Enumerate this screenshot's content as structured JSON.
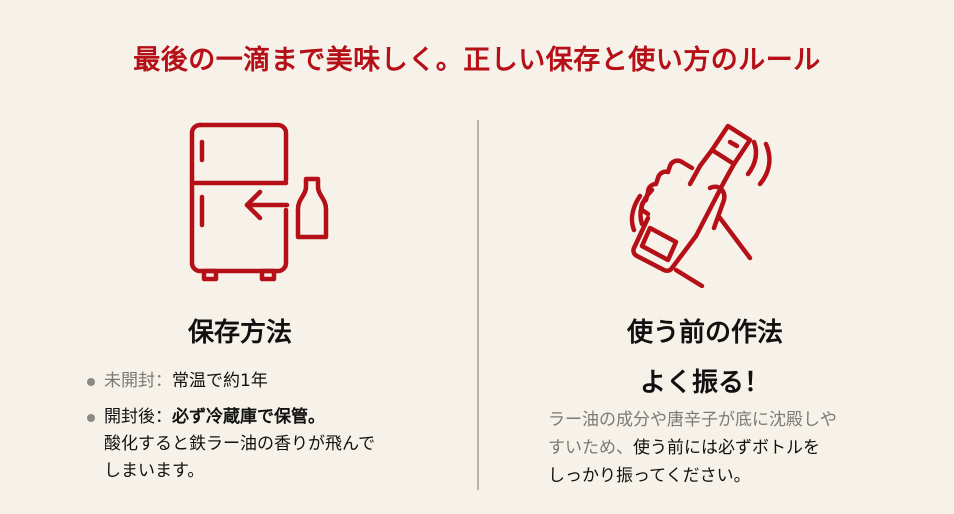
{
  "title": "最後の一滴まで美味しく。正しい保存と使い方のルール",
  "colors": {
    "accent": "#b50f17",
    "background": "#f6f2ea",
    "text": "#111111",
    "muted": "#7c7a76",
    "divider": "#b7b4ad"
  },
  "left": {
    "icon": "fridge-with-bottle-icon",
    "heading": "保存方法",
    "items": [
      {
        "label": "未開封：",
        "value": "常温で約1年"
      },
      {
        "label": "開封後：",
        "value_bold": "必ず冷蔵庫で保管。",
        "line2": "酸化すると鉄ラー油の香りが飛んで",
        "line3": "しまいます。"
      }
    ]
  },
  "right": {
    "icon": "shaking-bottle-hand-icon",
    "heading": "使う前の作法",
    "subheading": "よく振る！",
    "para": {
      "gray1": "ラー油の成分や唐辛子が底に沈殿しや",
      "gray2": "すいため、",
      "black2": "使う前には必ずボトルを",
      "black3": "しっかり振ってください。"
    }
  }
}
